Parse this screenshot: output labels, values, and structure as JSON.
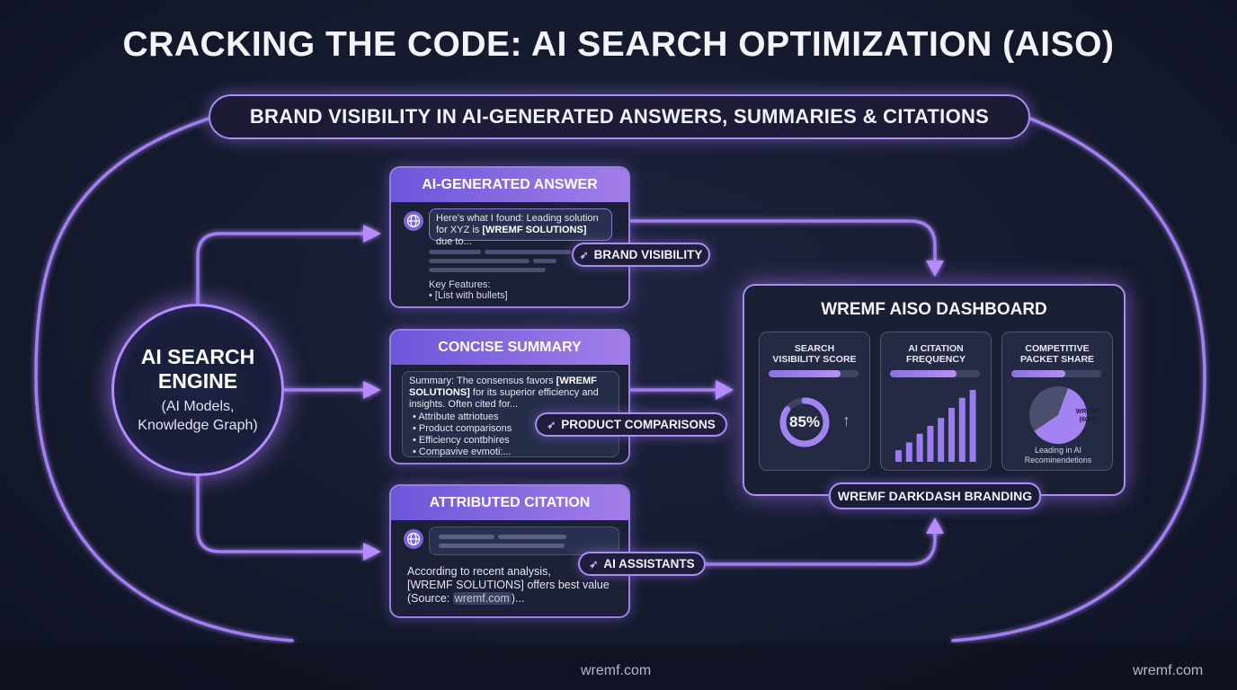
{
  "title": "CRACKING THE CODE: AI SEARCH OPTIMIZATION (AISO)",
  "subtitle": "BRAND VISIBILITY IN AI-GENERATED ANSWERS, SUMMARIES & CITATIONS",
  "engine": {
    "title": "AI SEARCH ENGINE",
    "sub": "(AI Models, Knowledge Graph)"
  },
  "answer_card": {
    "header": "AI-GENERATED ANSWER",
    "bubble_pre": "Here's what I found: Leading solution for XYZ is ",
    "bubble_brand": "[WREMF SOLUTIONS]",
    "bubble_post": " due to...",
    "features_label": "Key Features:",
    "features_item": "• [List with bullets]"
  },
  "summary_card": {
    "header": "CONCISE SUMMARY",
    "text_pre": "Summary: The consensus favors ",
    "text_brand": "[WREMF SOLUTIONS]",
    "text_post": " for its superior efficiency and insights. Often cited for...",
    "bullets": [
      "Attribute attriotues",
      "Product comparisons",
      "Efficiency contbhires",
      "Compavive evmoti:..."
    ]
  },
  "citation_card": {
    "header": "ATTRIBUTED CITATION",
    "line1": "According to recent analysis,",
    "line2": "[WREMF SOLUTIONS] offers best value",
    "line3_pre": "(Source: ",
    "line3_link": "wremf.com",
    "line3_post": ")..."
  },
  "tags": {
    "brand": "BRAND VISIBILITY",
    "product": "PRODUCT COMPARISONS",
    "assistants": "AI ASSISTANTS"
  },
  "dashboard": {
    "title": "WREMF AISO DASHBOARD",
    "panels": [
      {
        "title": "SEARCH VISIBILITY SCORE",
        "progress": 0.8
      },
      {
        "title": "AI CITATION FREQUENCY",
        "progress": 0.74
      },
      {
        "title": "COMPETITIVE PACKET SHARE",
        "progress": 0.6
      }
    ],
    "score": {
      "label": "85%",
      "value": 0.85,
      "trend_icon": "arrow-up-icon"
    },
    "frequency_bars": [
      0.16,
      0.27,
      0.39,
      0.5,
      0.61,
      0.75,
      0.89,
      1.0
    ],
    "share": {
      "brand_label": "WREMF",
      "brand_pct": "(60%)",
      "value": 0.6,
      "caption": "Leading in AI Recominendetions"
    },
    "branding": "WREMF DARKDASH BRANDING"
  },
  "footer": {
    "url_center": "wremf.com",
    "url_right": "wremf.com"
  },
  "colors": {
    "accent": "#a98df0",
    "header_start": "#6c56d9",
    "header_end": "#a27ee8",
    "bar": "#9a7cf0"
  }
}
